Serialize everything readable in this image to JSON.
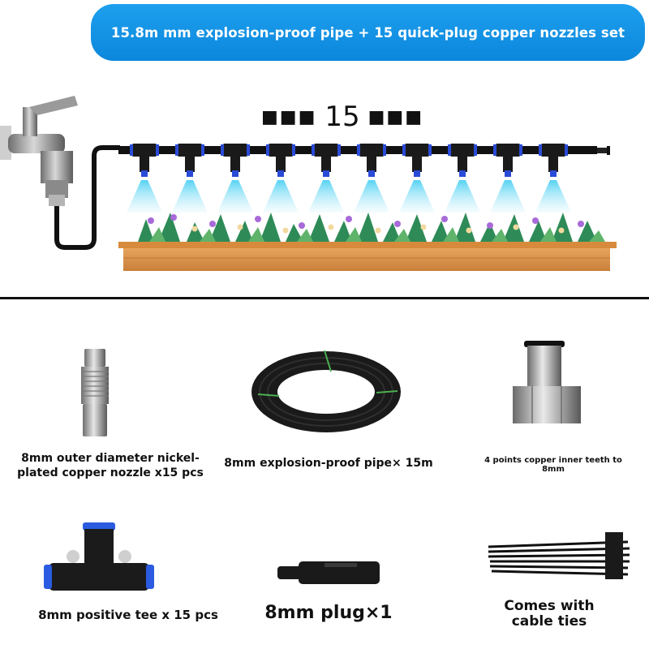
{
  "banner": {
    "title": "15.8m mm explosion-proof pipe + 15 quick-plug copper nozzles set"
  },
  "diagram": {
    "count_text": "15"
  },
  "products": {
    "nozzle": {
      "label": "8mm outer diameter nickel-plated copper nozzle x15 pcs"
    },
    "pipe": {
      "label": "8mm explosion-proof pipe× 15m"
    },
    "adapter": {
      "label": "4 points copper inner teeth to 8mm"
    },
    "tee": {
      "label": "8mm positive tee x 15 pcs"
    },
    "plug": {
      "label": "8mm plug×1"
    },
    "ties": {
      "label": "Comes with cable ties"
    }
  },
  "colors": {
    "banner": "#0b86dc",
    "spray": "#5ad0f0",
    "planter": "#d98f45",
    "pipe": "#111111"
  }
}
